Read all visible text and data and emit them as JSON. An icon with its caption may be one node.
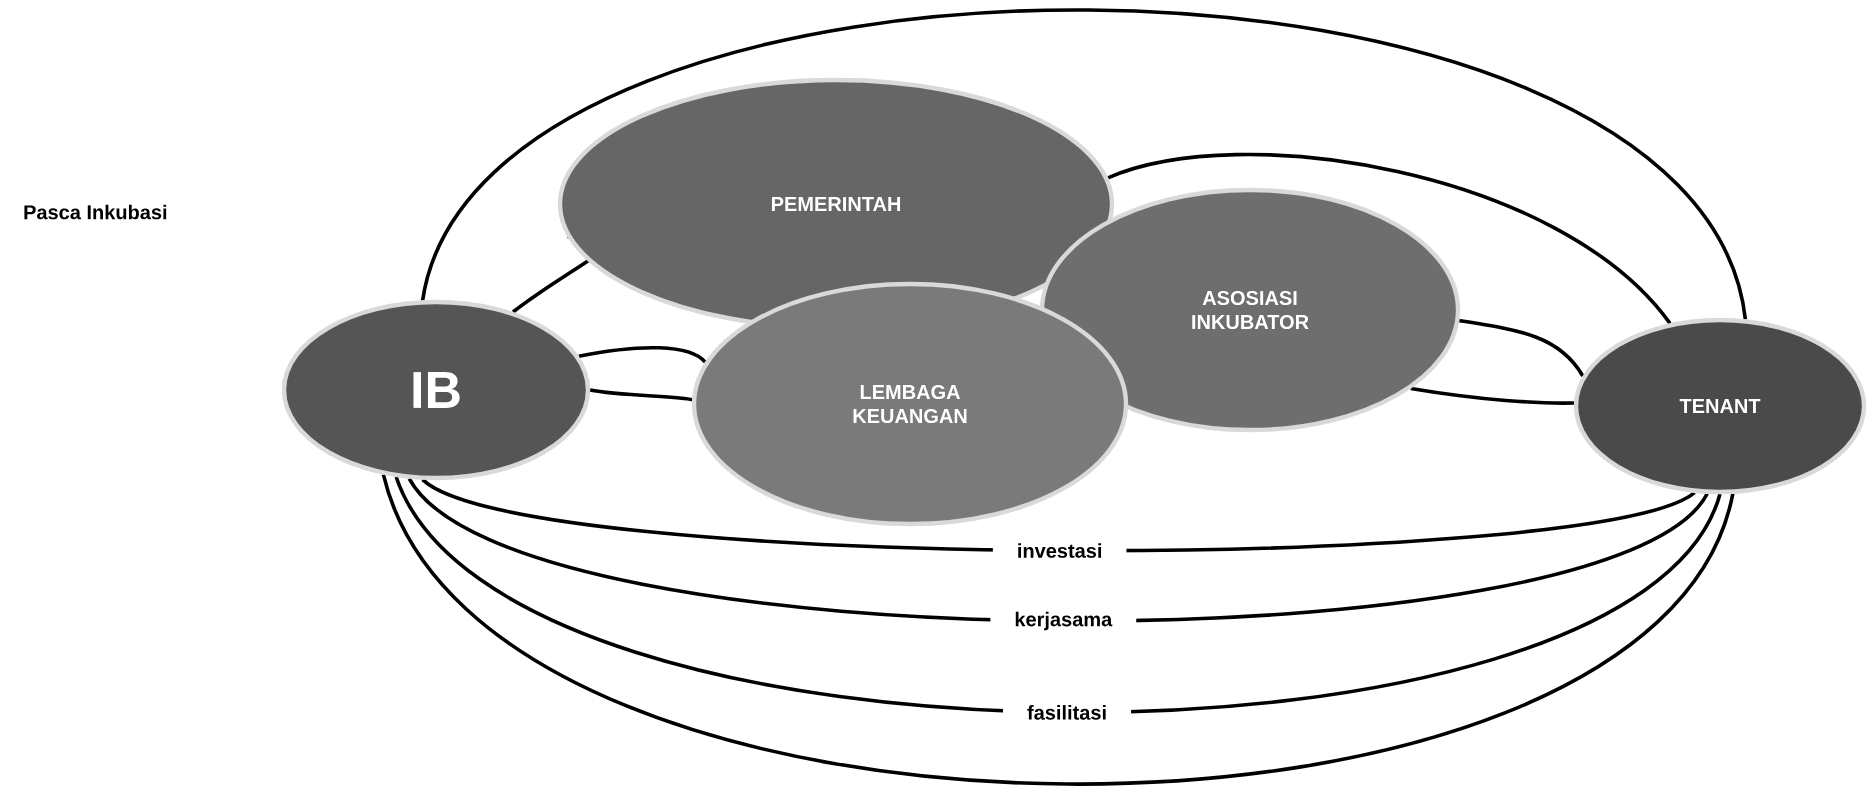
{
  "diagram": {
    "nodes": [
      {
        "text": [
          "IB"
        ]
      },
      {
        "text": [
          "PEMERINTAH"
        ]
      },
      {
        "text": [
          "ASOSIASI INKUBATOR"
        ]
      },
      {
        "text": [
          "LEMBAGA KEUANGAN"
        ]
      },
      {
        "text": [
          "TENANT"
        ]
      }
    ],
    "edges": [
      {
        "from": 0,
        "to": 1,
        "arrow": "none"
      },
      {
        "from": 0,
        "to": 3,
        "arrow": "none"
      },
      {
        "from": 0,
        "to": 3,
        "arrow": "none"
      },
      {
        "from": 1,
        "to": 4,
        "arrow": "none"
      },
      {
        "from": 2,
        "to": 4,
        "arrow": "none"
      },
      {
        "from": 2,
        "to": 4,
        "arrow": "none"
      },
      {
        "from": 0,
        "to": 4,
        "arrow": "none",
        "label": "investasi"
      },
      {
        "from": 0,
        "to": 4,
        "arrow": "none",
        "label": "kerjasama"
      },
      {
        "from": 0,
        "to": 4,
        "arrow": "none",
        "label": "fasilitasi"
      },
      {
        "from": 0,
        "to": 4,
        "arrow": "none"
      },
      {
        "from": 0,
        "to": 4,
        "arrow": "none"
      }
    ],
    "labels": [
      "Pasca Inkubasi"
    ]
  }
}
